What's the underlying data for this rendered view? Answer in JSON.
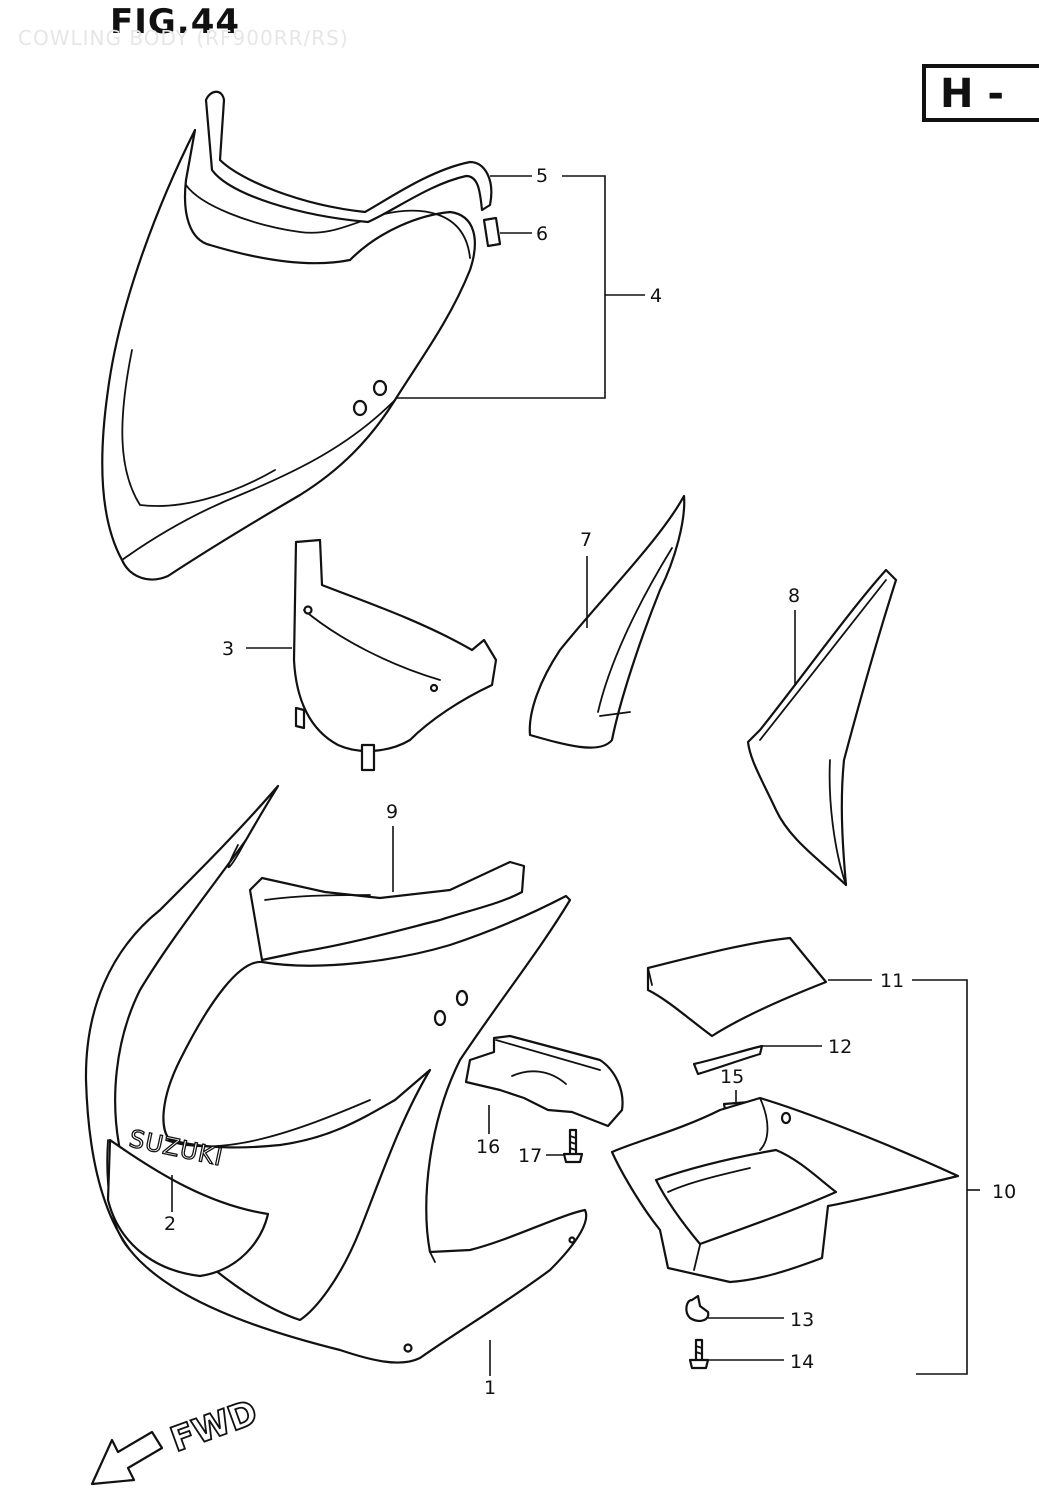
{
  "figure": {
    "title": "FIG.44",
    "subtitle": "COWLING BODY (RF900RR/RS)",
    "section_code": "H -"
  },
  "logo_text": "SUZUKI",
  "direction_label": "FWD",
  "callouts": [
    {
      "id": "c1",
      "label": "1"
    },
    {
      "id": "c2",
      "label": "2"
    },
    {
      "id": "c3",
      "label": "3"
    },
    {
      "id": "c4",
      "label": "4"
    },
    {
      "id": "c5",
      "label": "5"
    },
    {
      "id": "c6",
      "label": "6"
    },
    {
      "id": "c7",
      "label": "7"
    },
    {
      "id": "c8",
      "label": "8"
    },
    {
      "id": "c9",
      "label": "9"
    },
    {
      "id": "c10",
      "label": "10"
    },
    {
      "id": "c11",
      "label": "11"
    },
    {
      "id": "c12",
      "label": "12"
    },
    {
      "id": "c13",
      "label": "13"
    },
    {
      "id": "c14",
      "label": "14"
    },
    {
      "id": "c15",
      "label": "15"
    },
    {
      "id": "c16",
      "label": "16"
    },
    {
      "id": "c17",
      "label": "17"
    }
  ]
}
